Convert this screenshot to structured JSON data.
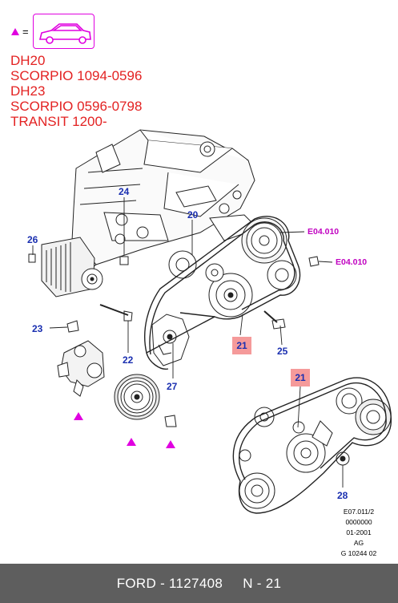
{
  "colors": {
    "models_text": "#e32222",
    "callout_text": "#1a2fb0",
    "reference_text": "#c000c0",
    "highlight_bg": "#f59a9a",
    "marker": "#e000e0",
    "footer_bg": "#5e5e5e"
  },
  "legend": {
    "equals": "=",
    "icon": "car-icon",
    "marker_icon": "triangle-marker-icon"
  },
  "models": [
    "DH20",
    "SCORPIO 1094-0596",
    "DH23",
    "SCORPIO 0596-0798",
    "TRANSIT 1200-"
  ],
  "callouts": {
    "c24": "24",
    "c20": "20",
    "c26": "26",
    "c23": "23",
    "c22": "22",
    "c27": "27",
    "c25": "25",
    "c28": "28"
  },
  "highlighted": {
    "main": "21",
    "inset": "21"
  },
  "references": {
    "ref1": "E04.010",
    "ref2": "E04.010"
  },
  "info_block": [
    "E07.011/2",
    "0000000",
    "01-2001",
    "AG",
    "G 10244 02"
  ],
  "footer": {
    "part": "FORD - 1127408",
    "position": "N - 21"
  }
}
